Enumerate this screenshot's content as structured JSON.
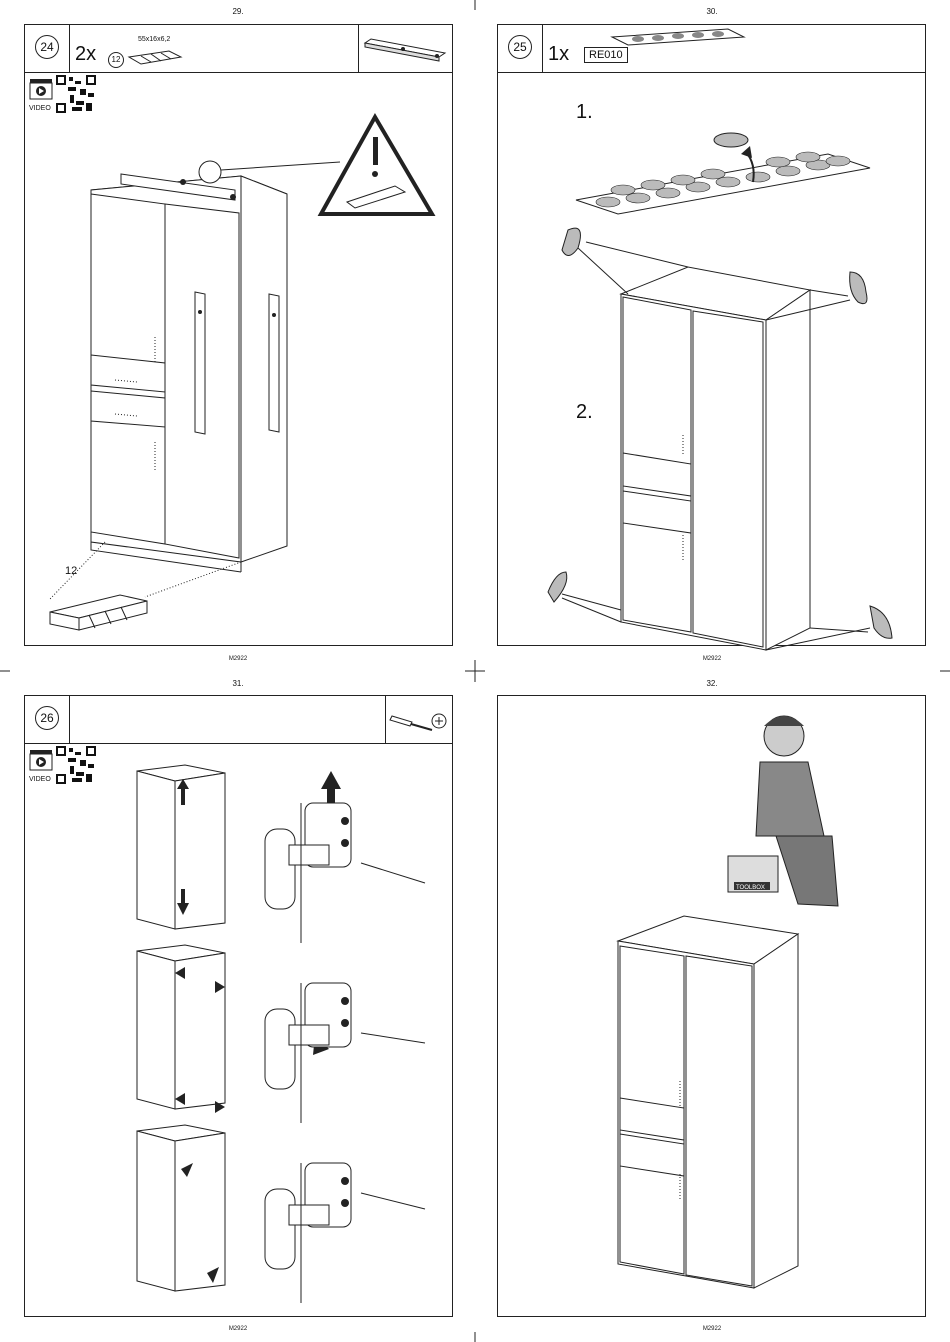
{
  "pages": [
    {
      "number": "29.",
      "footer": "M2922",
      "step": "24",
      "qty": "2x",
      "part_ref": "12",
      "part_dims": "55x16x6,2",
      "video_label": "VIDEO",
      "callout_count": "12"
    },
    {
      "number": "30.",
      "footer": "M2922",
      "step": "25",
      "qty": "1x",
      "part_code": "RE010",
      "sub1": "1.",
      "sub2": "2."
    },
    {
      "number": "31.",
      "footer": "M2922",
      "step": "26",
      "video_label": "VIDEO"
    },
    {
      "number": "32.",
      "footer": "M2922",
      "toolbox_label": "TOOLBOX"
    }
  ]
}
